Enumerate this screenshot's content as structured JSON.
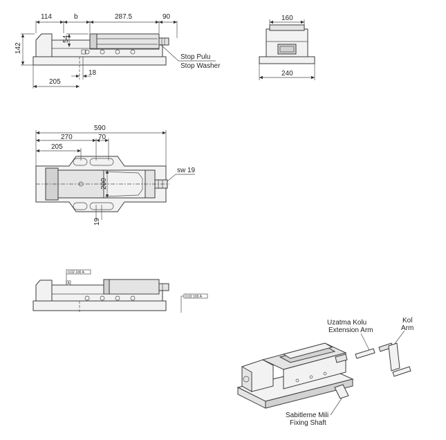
{
  "view1": {
    "dims": {
      "d114": "114",
      "db": "b",
      "d287": "287.5",
      "d90": "90",
      "d54": "54",
      "d142": "142",
      "d18": "18",
      "d205": "205"
    },
    "labels": {
      "stop_tr": "Stop Pulu",
      "stop_en": "Stop Washer"
    }
  },
  "view2": {
    "dims": {
      "d160": "160",
      "d240": "240"
    }
  },
  "view3": {
    "dims": {
      "d590": "590",
      "d270": "270",
      "d70": "70",
      "d205": "205",
      "d200": "200",
      "d19": "19"
    },
    "labels": {
      "sw": "sw 19"
    }
  },
  "view4": {
    "tolerances": {
      "t1": "0.02 100 A",
      "t2": "A",
      "t3": "0.02 100 A"
    }
  },
  "iso": {
    "labels": {
      "ext_tr": "Uzatma Kolu",
      "ext_en": "Extension Arm",
      "arm_tr": "Kol",
      "arm_en": "Arm",
      "fix_tr": "Sabitleme Mili",
      "fix_en": "Fixing Shaft"
    }
  }
}
